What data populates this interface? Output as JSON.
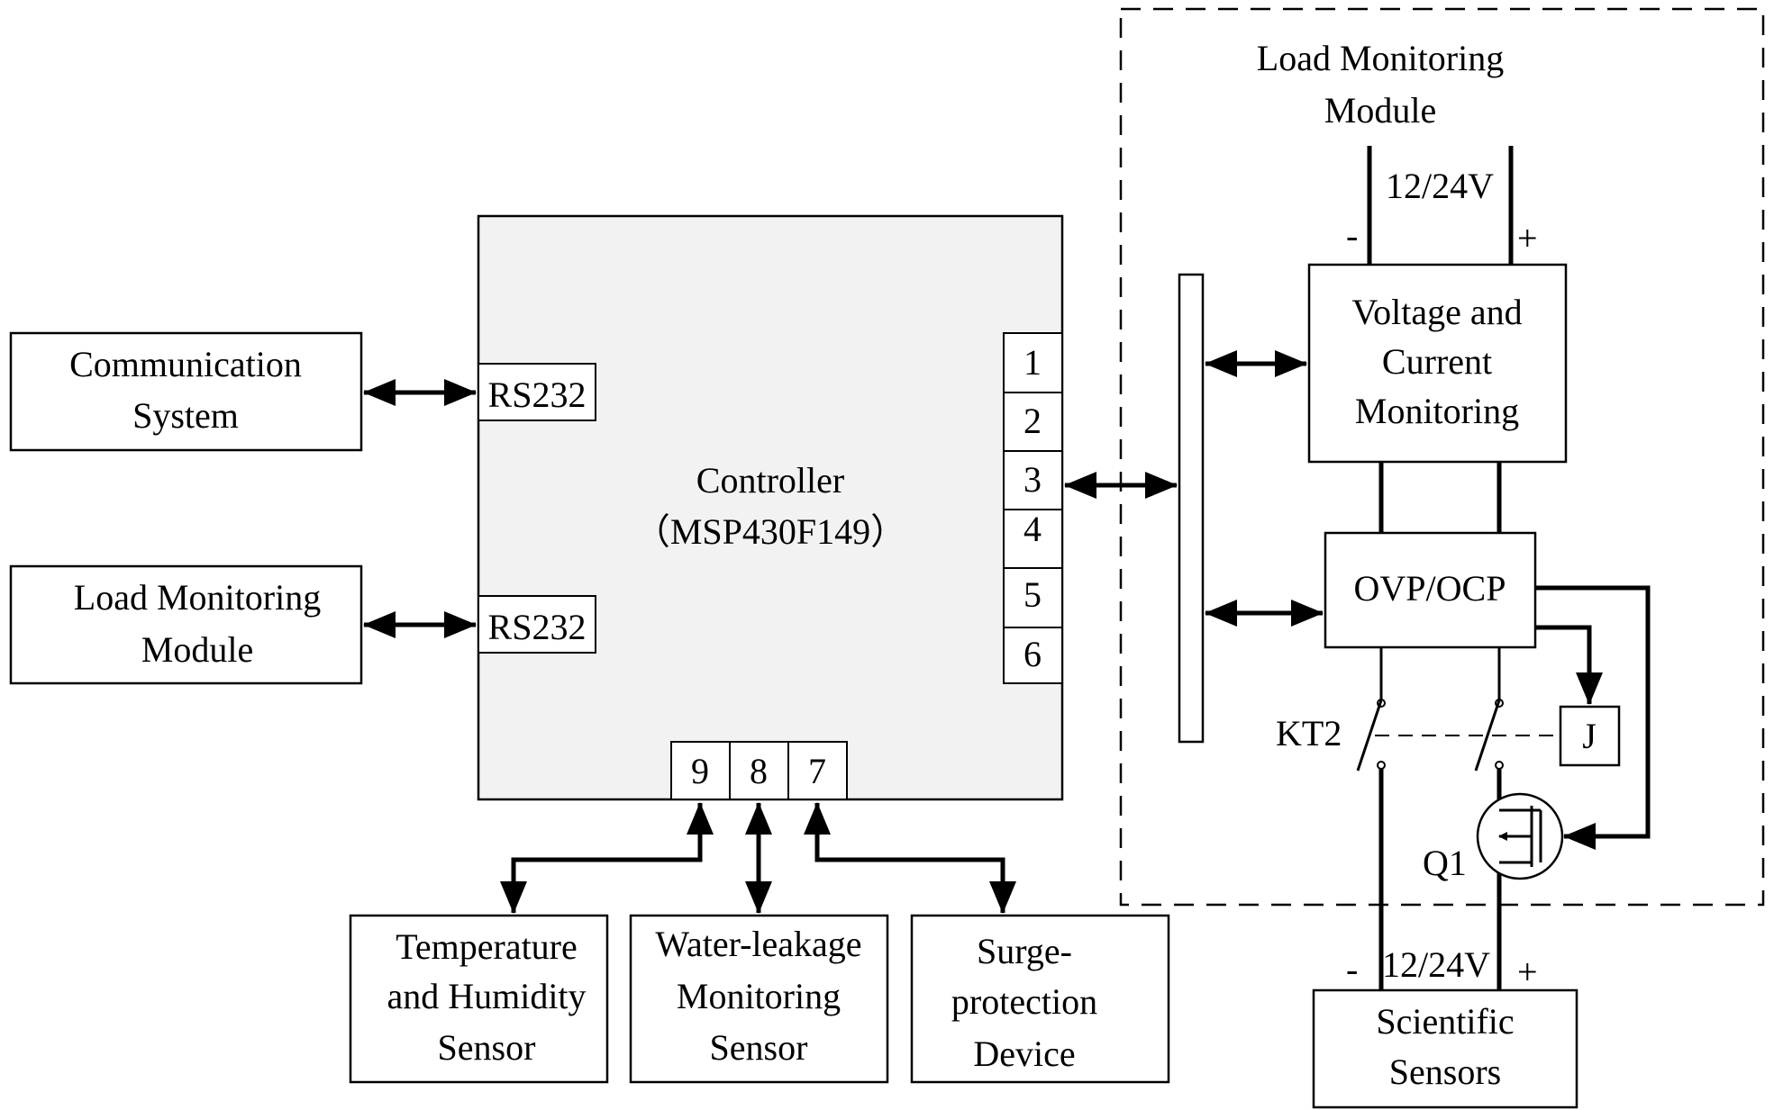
{
  "blocks": {
    "communication_system": [
      "Communication",
      "System"
    ],
    "load_monitoring_left": [
      "Load Monitoring",
      "Module"
    ],
    "controller": [
      "Controller",
      "（MSP430F149）"
    ],
    "rs232_top": "RS232",
    "rs232_bottom": "RS232",
    "temperature_sensor": [
      "Temperature",
      "and Humidity",
      "Sensor"
    ],
    "water_leakage_sensor": [
      "Water-leakage",
      "Monitoring",
      "Sensor"
    ],
    "surge_protection": [
      "Surge-",
      "protection",
      "Device"
    ],
    "load_monitoring_module": [
      "Load Monitoring",
      "Module"
    ],
    "voltage_current": [
      "Voltage and",
      "Current",
      "Monitoring"
    ],
    "ovp_ocp": "OVP/OCP",
    "relay_j": "J",
    "scientific_sensors": [
      "Scientific",
      "Sensors"
    ]
  },
  "ports": {
    "right": [
      "1",
      "2",
      "3",
      "4",
      "5",
      "6"
    ],
    "bottom": [
      "9",
      "8",
      "7"
    ]
  },
  "labels": {
    "supply_top": "12/24V",
    "supply_bottom": "12/24V",
    "minus": "-",
    "plus": "+",
    "switch": "KT2",
    "transistor": "Q1"
  }
}
